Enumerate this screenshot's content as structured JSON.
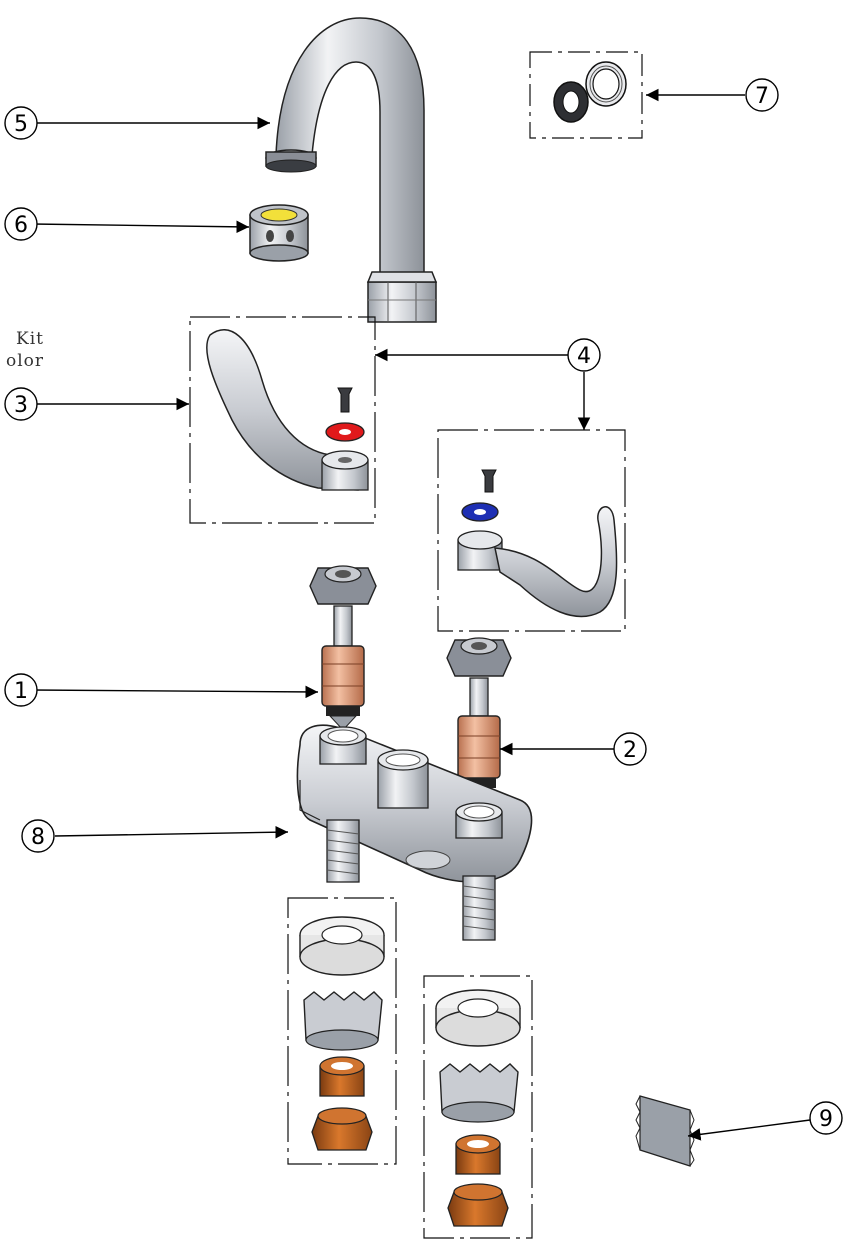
{
  "side_label": {
    "line1": "Kit",
    "line2": "olor"
  },
  "callouts": [
    {
      "id": "1",
      "label": "1"
    },
    {
      "id": "2",
      "label": "2"
    },
    {
      "id": "3",
      "label": "3"
    },
    {
      "id": "4",
      "label": "4"
    },
    {
      "id": "5",
      "label": "5"
    },
    {
      "id": "6",
      "label": "6"
    },
    {
      "id": "7",
      "label": "7"
    },
    {
      "id": "8",
      "label": "8"
    },
    {
      "id": "9",
      "label": "9"
    }
  ],
  "colors": {
    "chrome": "#c9ccd2",
    "chrome_dark": "#8b8f97",
    "brass": "#e6a07e",
    "hot": "#e0191b",
    "cold": "#1e2fb4",
    "nut": "#c4621c",
    "aerator_insert": "#f2e03a"
  }
}
